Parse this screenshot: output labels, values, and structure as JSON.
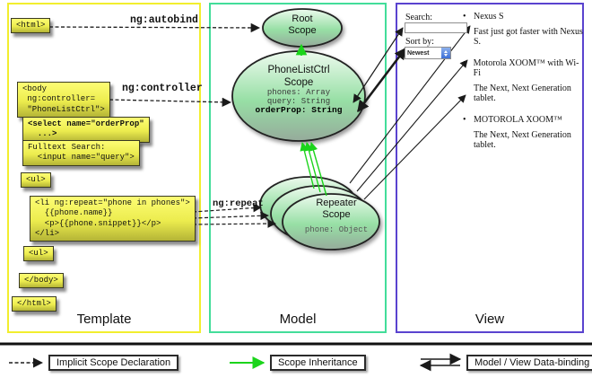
{
  "colors": {
    "template_border": "#f2ee2e",
    "model_border": "#43dd9a",
    "view_border": "#5a43cf",
    "codebox_yellow": "#ecec4e",
    "scope_green": "#97dfa5",
    "inheritance_green": "#1bd41b",
    "arrow_black": "#1a1a1a"
  },
  "panels": {
    "template": {
      "label": "Template"
    },
    "model": {
      "label": "Model"
    },
    "view": {
      "label": "View"
    }
  },
  "template_panel": {
    "boxes": {
      "html_open": "<html>",
      "body_open": "<body\n ng:controller=\n \"PhoneListCtrl\">",
      "select": "<select name=\"orderProp\"\n  ...>",
      "fulltext": "Fulltext Search:\n  <input name=\"query\">",
      "ul_open": "<ul>",
      "li_repeat": "<li ng:repeat=\"phone in phones\">\n  {{phone.name}}\n  <p>{{phone.snippet}}</p>\n</li>",
      "ul_close": "<ul>",
      "body_close": "</body>",
      "html_close": "</html>"
    }
  },
  "edge_labels": {
    "autobind": "ng:autobind",
    "controller": "ng:controller",
    "repeat": "ng:repeat"
  },
  "model_panel": {
    "root_scope": {
      "title": "Root\nScope"
    },
    "phonelist_scope": {
      "title": "PhoneListCtrl\nScope",
      "props_normal": "phones: Array\nquery: String",
      "prop_bold": "orderProp: String"
    },
    "repeater_scope": {
      "title": "Repeater\nScope",
      "prop": "phone: Object"
    }
  },
  "view_panel": {
    "search_label": "Search:",
    "search_value": "",
    "sort_label": "Sort by:",
    "sort_value": "Newest",
    "bullet_glyph": "•",
    "items": [
      {
        "title": "Nexus S",
        "desc": "Fast just got faster with Nexus S."
      },
      {
        "title": "Motorola XOOM™ with Wi-Fi",
        "desc": "The Next, Next Generation tablet."
      },
      {
        "title": "MOTOROLA XOOM™",
        "desc": "The Next, Next Generation tablet."
      }
    ]
  },
  "legend": {
    "implicit": "Implicit Scope Declaration",
    "inheritance": "Scope Inheritance",
    "binding": "Model / View Data-binding"
  }
}
